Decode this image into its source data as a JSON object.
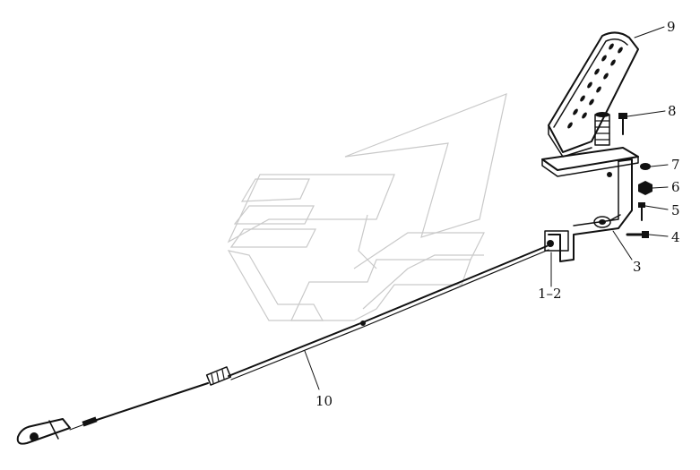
{
  "diagram": {
    "callouts": [
      {
        "id": "9",
        "label": "9"
      },
      {
        "id": "8",
        "label": "8"
      },
      {
        "id": "7",
        "label": "7"
      },
      {
        "id": "6",
        "label": "6"
      },
      {
        "id": "5",
        "label": "5"
      },
      {
        "id": "4",
        "label": "4"
      },
      {
        "id": "3",
        "label": "3"
      },
      {
        "id": "1-2",
        "label": "1–2"
      },
      {
        "id": "10",
        "label": "10"
      }
    ],
    "colors": {
      "ink": "#111111",
      "watermark": "#c9c9c9",
      "background": "#ffffff"
    }
  }
}
